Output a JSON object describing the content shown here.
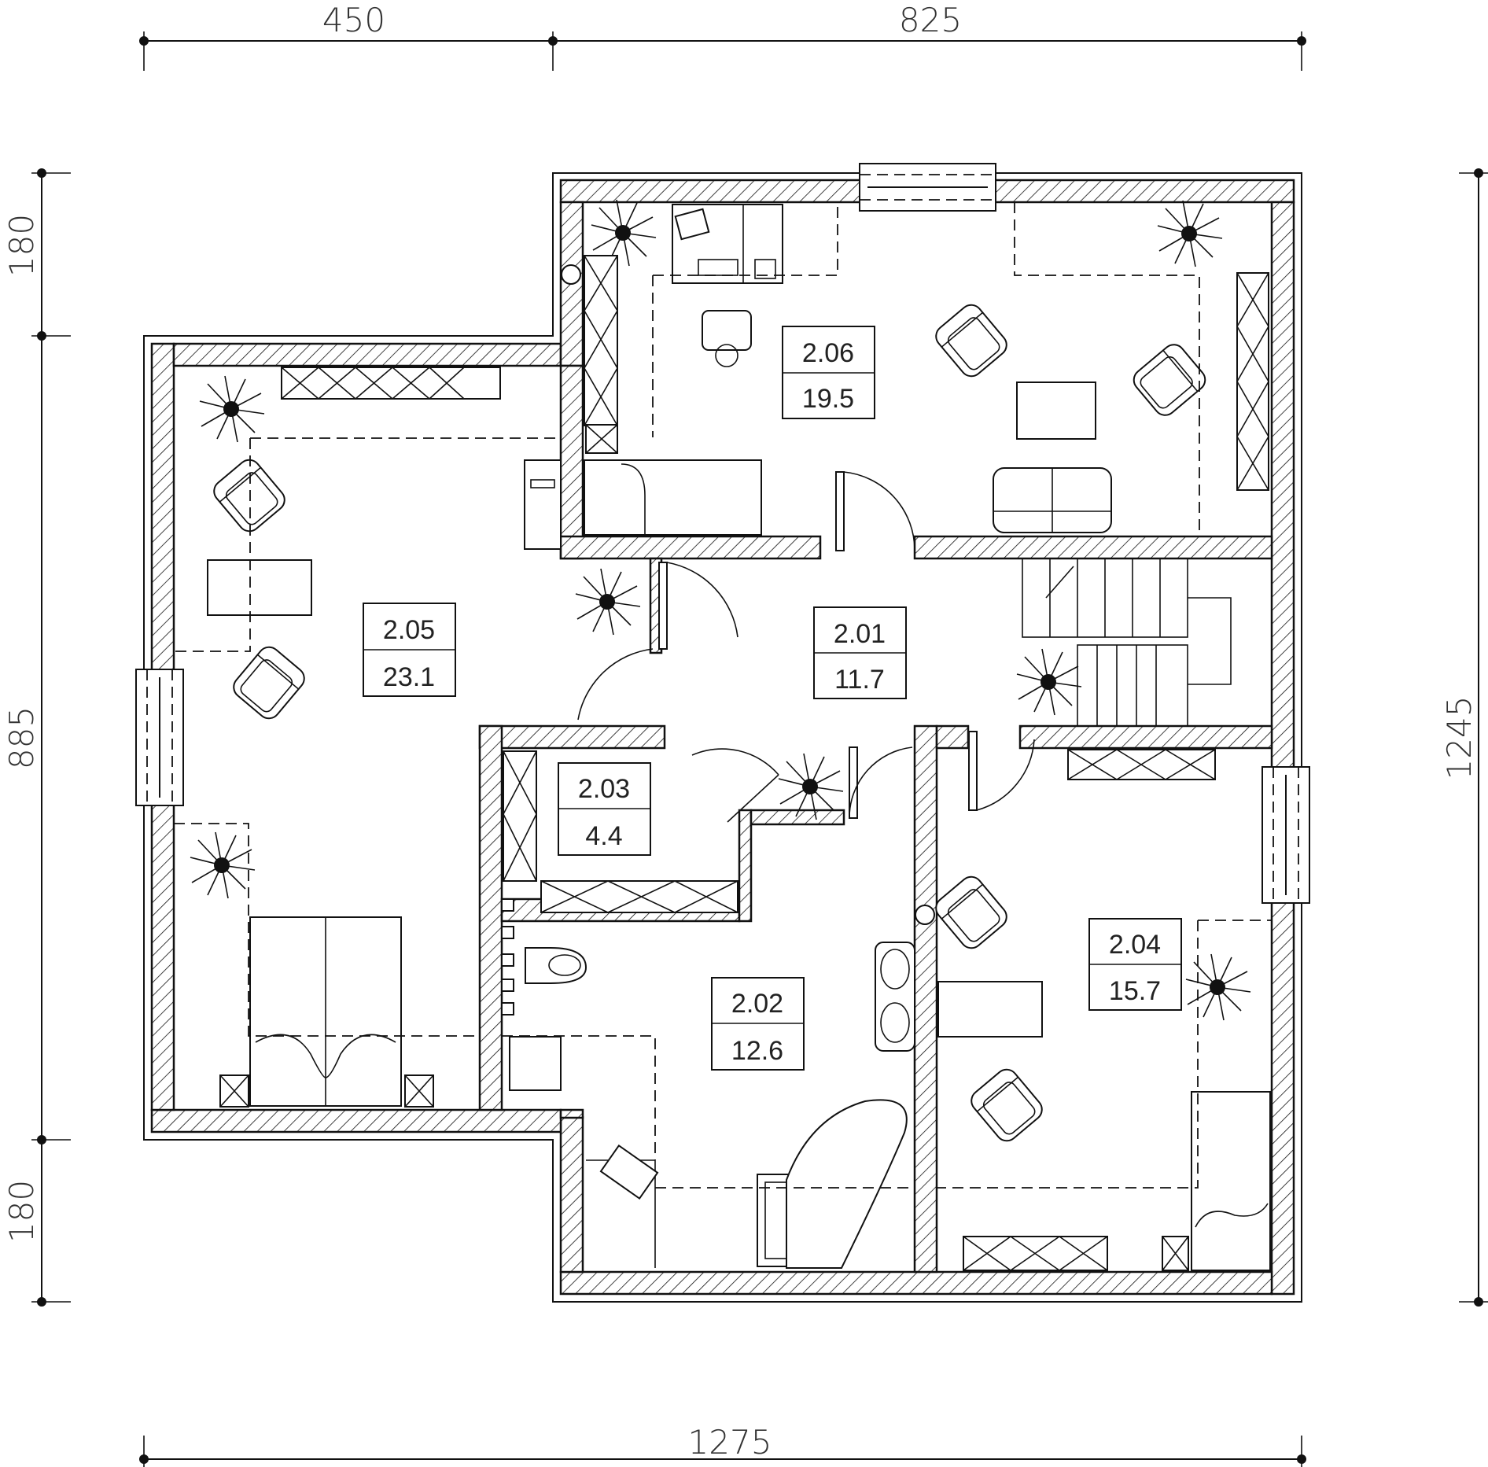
{
  "dimensions": {
    "top": [
      "450",
      "825"
    ],
    "bottom": "1275",
    "left": [
      "180",
      "885",
      "180"
    ],
    "right": "1245"
  },
  "rooms": [
    {
      "id": "2.01",
      "area": "11.7"
    },
    {
      "id": "2.02",
      "area": "12.6"
    },
    {
      "id": "2.03",
      "area": "4.4"
    },
    {
      "id": "2.04",
      "area": "15.7"
    },
    {
      "id": "2.05",
      "area": "23.1"
    },
    {
      "id": "2.06",
      "area": "19.5"
    }
  ]
}
